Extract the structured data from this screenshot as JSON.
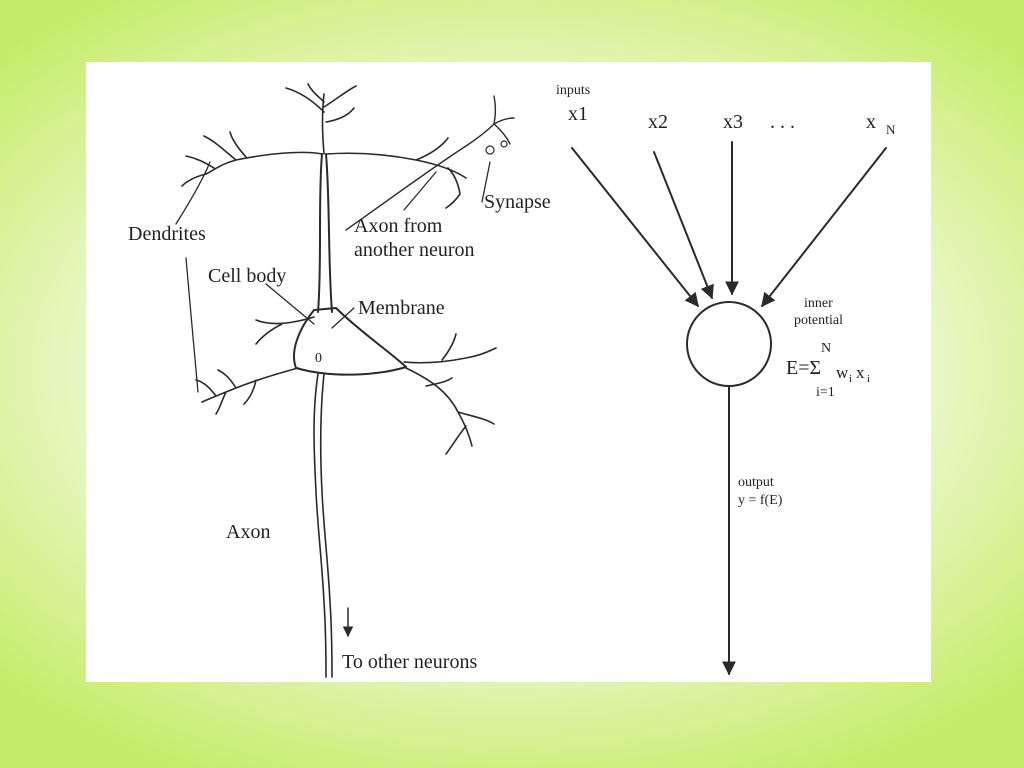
{
  "neuron": {
    "dendrites": "Dendrites",
    "cell_body": "Cell body",
    "membrane": "Membrane",
    "axon_from_line1": "Axon from",
    "axon_from_line2": "another neuron",
    "synapse": "Synapse",
    "axon": "Axon",
    "to_other": "To other neurons",
    "nucleus": "0"
  },
  "model": {
    "inputs_label": "inputs",
    "x1": "x1",
    "x2": "x2",
    "x3": "x3",
    "dots": ". . .",
    "xn": "x",
    "xn_sub": "N",
    "inner_line1": "inner",
    "inner_line2": "potential",
    "formula_lhs": "E=Σ",
    "formula_term": "w",
    "formula_sub_i": "i",
    "formula_x": "x",
    "formula_sub_i2": "i",
    "formula_top": "N",
    "formula_bottom": "i=1",
    "output_line1": "output",
    "output_line2": "y = f(E)"
  },
  "colors": {
    "background_edge": "#c4ec66",
    "panel": "#ffffff",
    "ink": "#2a2a2a"
  }
}
